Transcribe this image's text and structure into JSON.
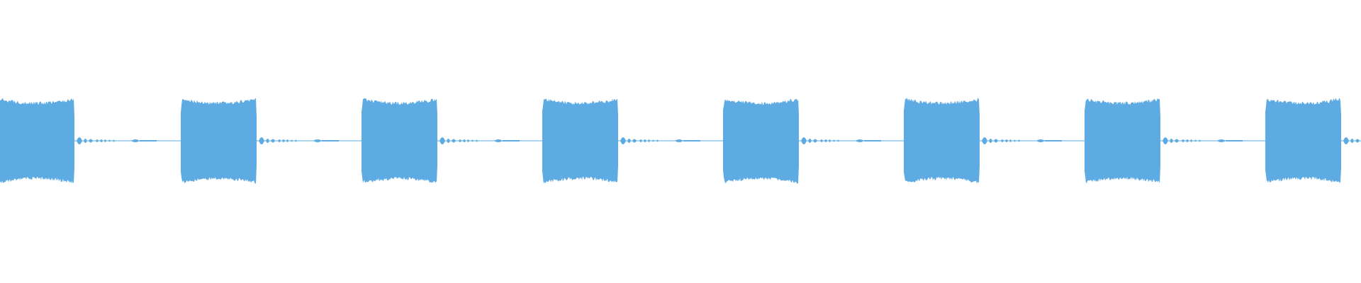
{
  "waveform": {
    "color": "#5dabe2",
    "background": "#ffffff",
    "pattern": {
      "cycles": 8,
      "segments": [
        {
          "kind": "burst",
          "amplitude": 0.54
        },
        {
          "kind": "tail-pulses",
          "amplitude": 0.08
        },
        {
          "kind": "silence-gap",
          "amplitude": 0.0
        },
        {
          "kind": "faint-pulse",
          "amplitude": 0.02
        }
      ]
    }
  }
}
